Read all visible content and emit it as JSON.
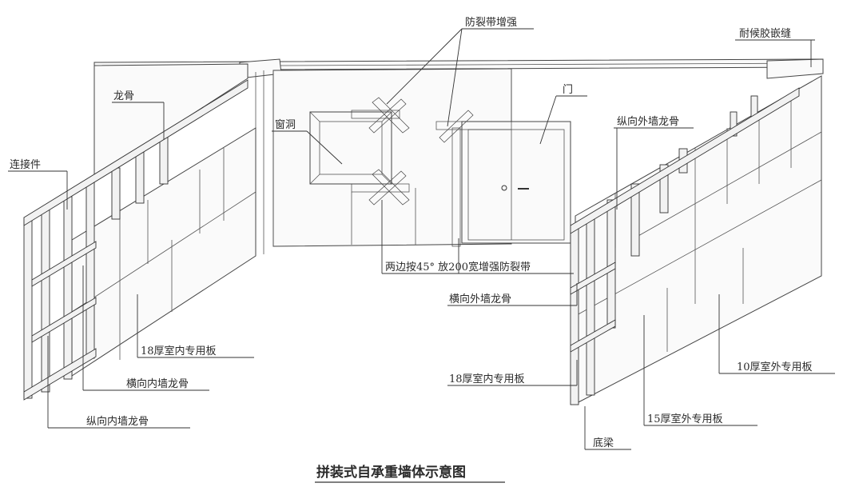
{
  "title": "拼装式自承重墙体示意图",
  "labels": {
    "crack_reinforce": "防裂带增强",
    "weather_seal": "耐候胶嵌缝",
    "keel": "龙骨",
    "window_opening": "窗洞",
    "door": "门",
    "connector": "连接件",
    "long_outer_keel": "纵向外墙龙骨",
    "diagonal_note": "两边按45° 放200宽增强防裂带",
    "horiz_outer_keel": "横向外墙龙骨",
    "board_18_inner_left": "18厚室内专用板",
    "horiz_inner_keel": "横向内墙龙骨",
    "long_inner_keel": "纵向内墙龙骨",
    "board_18_inner_right": "18厚室内专用板",
    "board_10_outer": "10厚室外专用板",
    "board_15_outer": "15厚室外专用板",
    "base_beam": "底梁"
  },
  "colors": {
    "line": "#3a3a3a",
    "background": "#ffffff",
    "text": "#2b2b2b"
  }
}
